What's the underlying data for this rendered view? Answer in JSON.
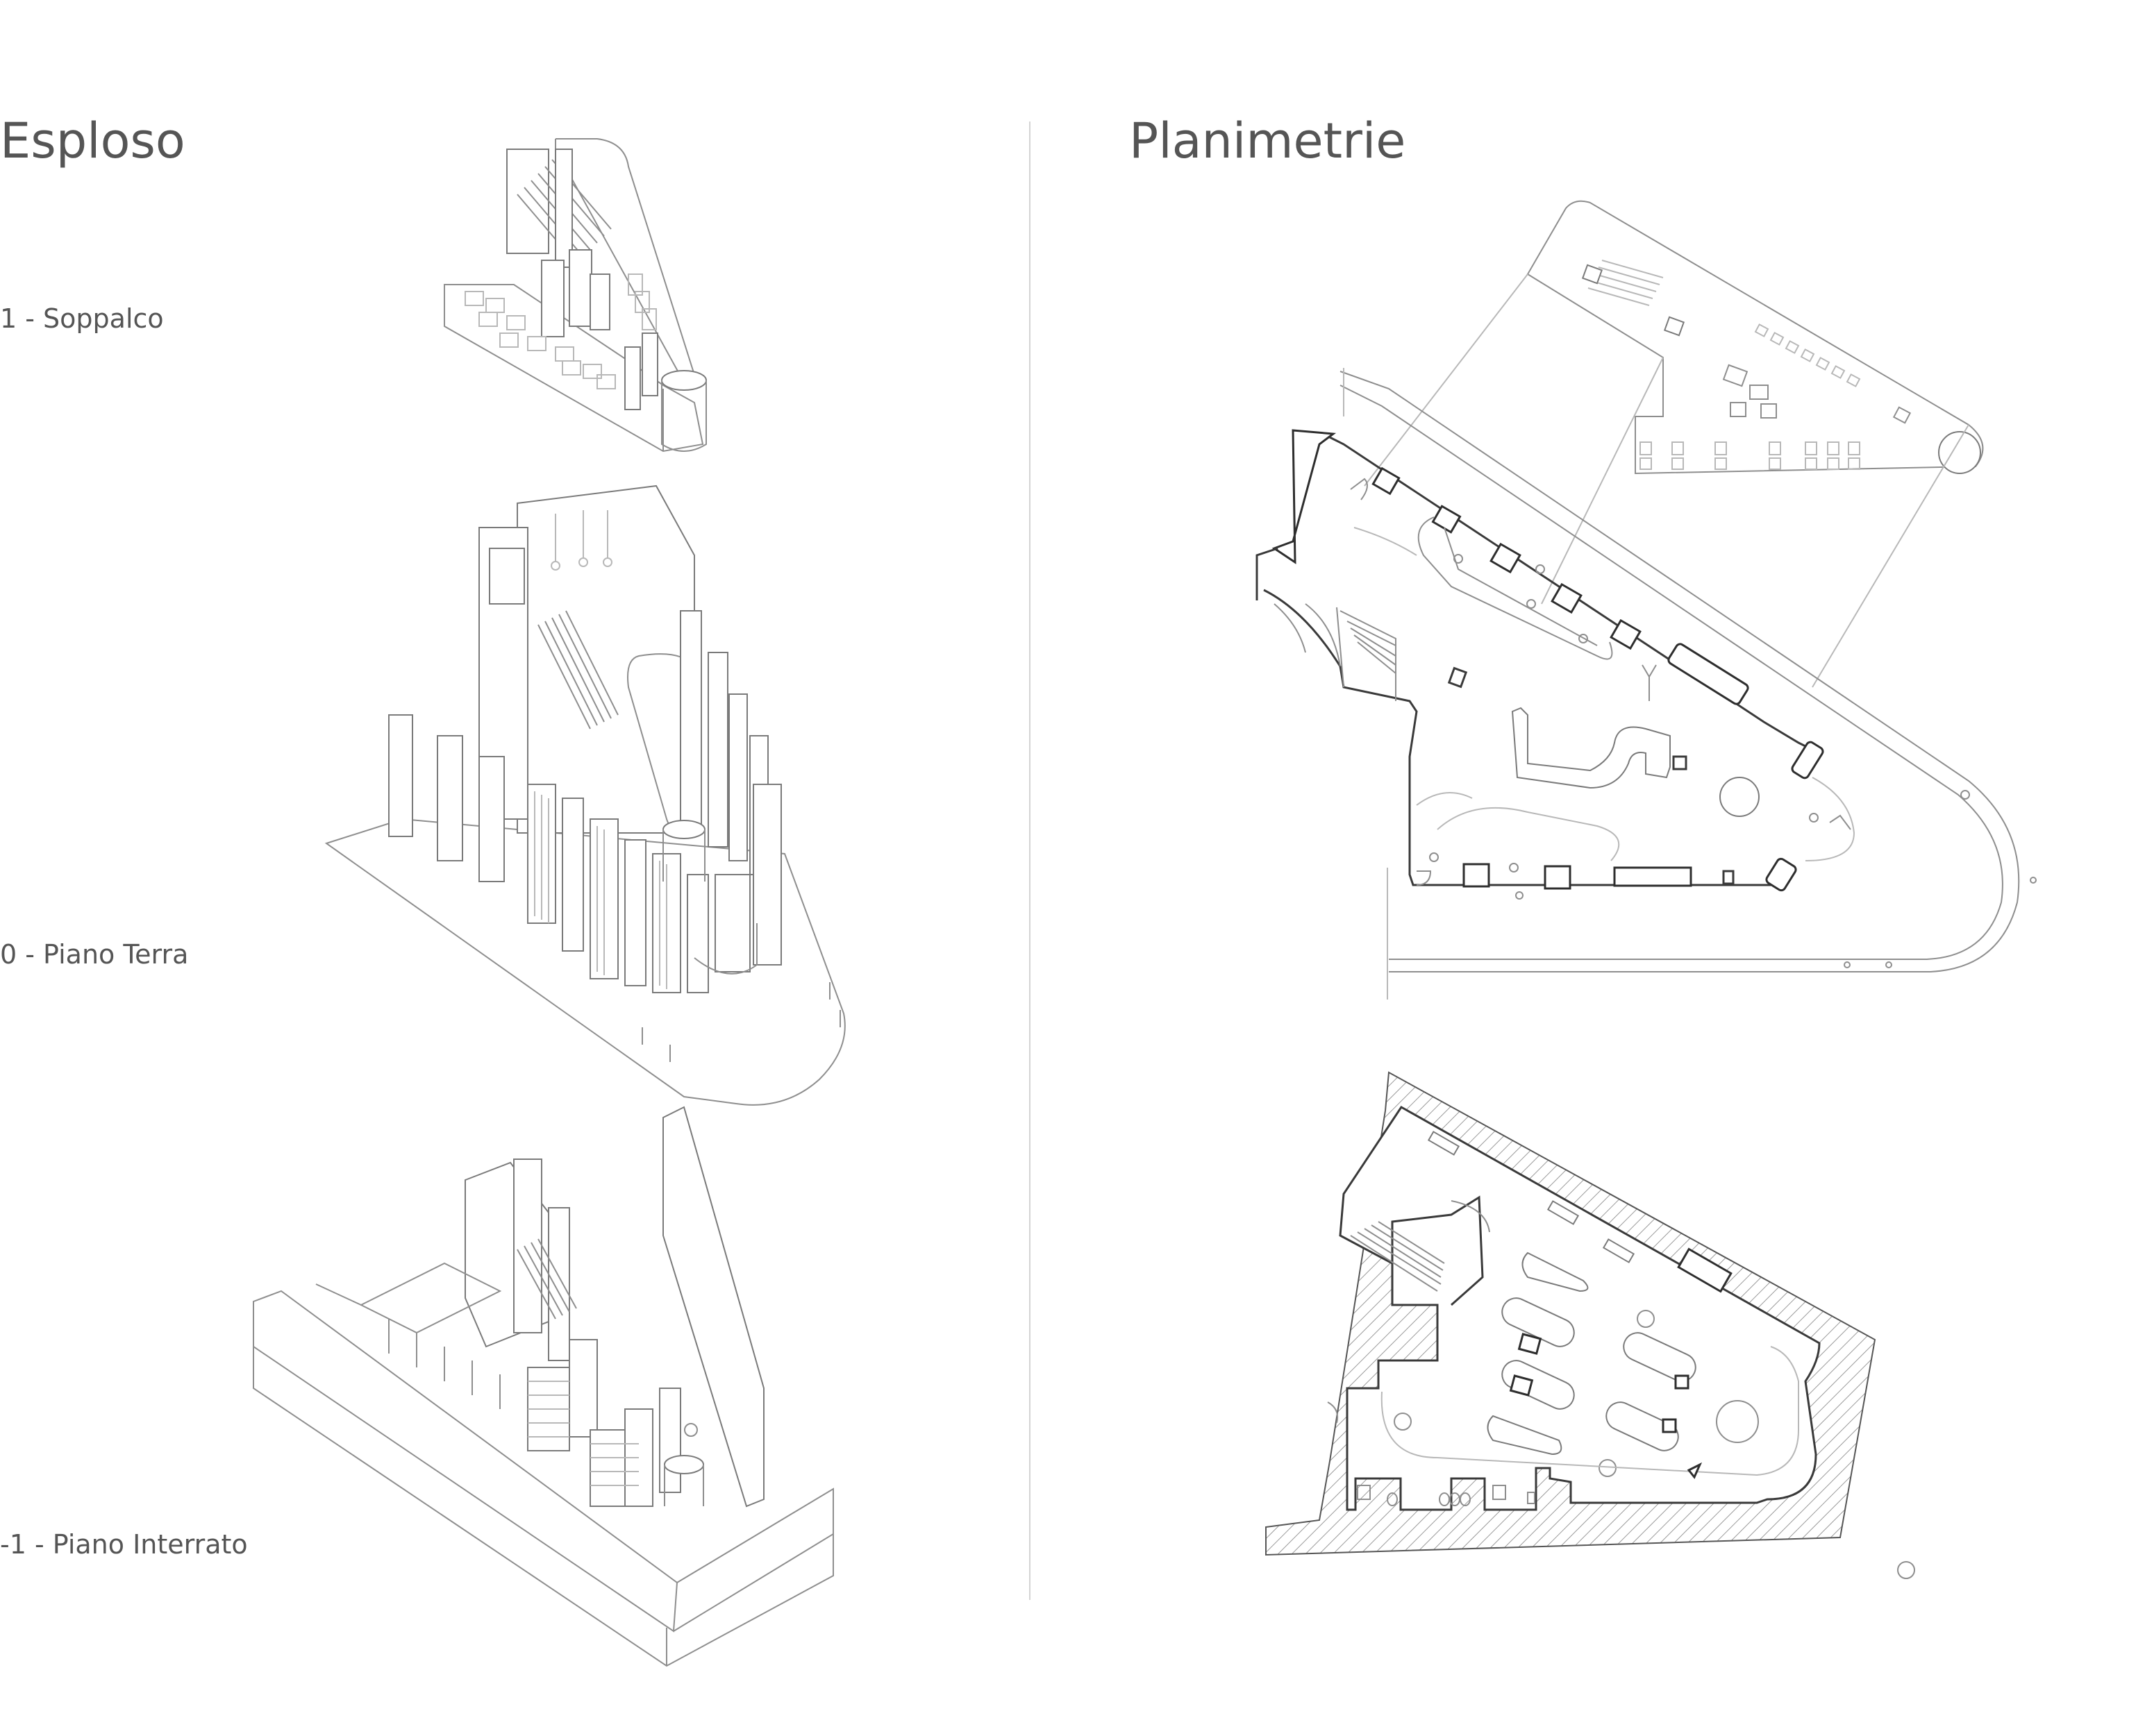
{
  "left_panel": {
    "title": "Esploso",
    "levels": [
      {
        "label": "1 - Soppalco"
      },
      {
        "label": "0 - Piano Terra"
      },
      {
        "label": "-1 - Piano Interrato"
      }
    ]
  },
  "right_panel": {
    "title": "Planimetrie"
  },
  "colors": {
    "text": "#555555",
    "line": "#8e8e8e",
    "line_dark": "#2e2e2e",
    "divider": "#d4d4d4",
    "background": "#ffffff"
  }
}
